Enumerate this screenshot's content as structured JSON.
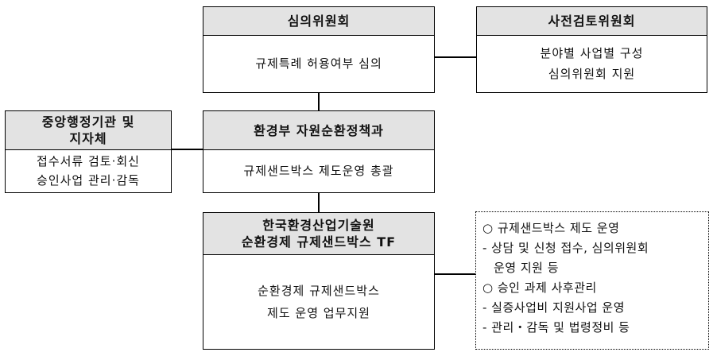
{
  "committee": {
    "title": "심의위원회",
    "lines": [
      "규제특례 허용여부 심의"
    ]
  },
  "pre_committee": {
    "title": "사전검토위원회",
    "lines": [
      "분야별 사업별 구성",
      "심의위원회 지원"
    ]
  },
  "ministry": {
    "title": "환경부 자원순환정책과",
    "lines": [
      "규제샌드박스 제도운영 총괄"
    ]
  },
  "central_agencies": {
    "title_lines": [
      "중앙행정기관 및",
      "지자체"
    ],
    "lines": [
      "접수서류 검토·회신",
      "승인사업 관리·감독"
    ]
  },
  "keiti_tf": {
    "title_lines": [
      "한국환경산업기술원",
      "순환경제 규제샌드박스 TF"
    ],
    "lines": [
      "순환경제 규제샌드박스",
      "제도 운영 업무지원"
    ]
  },
  "tf_duties": {
    "items": [
      "○ 규제샌드박스 제도 운영",
      " - 상담 및 신청 접수, 심의위원회",
      "   운영 지원 등",
      "○ 승인 과제 사후관리",
      " - 실증사업비 지원사업 운영",
      " - 관리・감독 및 법령정비 등"
    ]
  }
}
